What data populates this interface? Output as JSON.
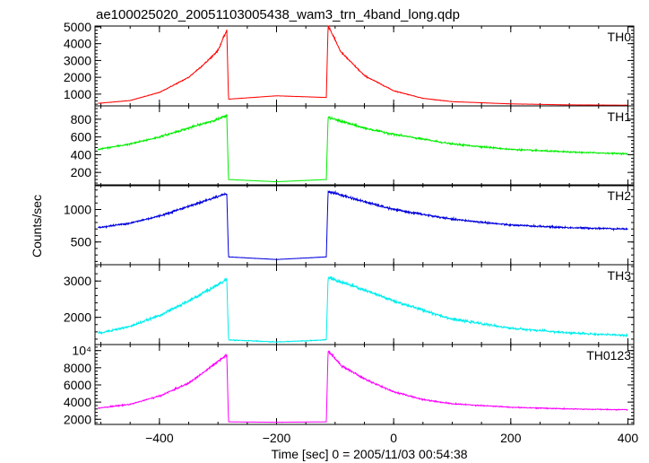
{
  "chart_data": {
    "type": "line",
    "title": "ae100025020_20051103005438_wam3_trn_4band_long.qdp",
    "xlabel": "Time [sec] 0 = 2005/11/03 00:54:38",
    "ylabel": "Counts/sec",
    "xlim": [
      -510,
      410
    ],
    "xticks": [
      -400,
      -200,
      0,
      200,
      400
    ],
    "grid": false,
    "gap": {
      "start": -283,
      "end": -112
    },
    "panels": [
      {
        "name": "TH0",
        "color": "#ff0000",
        "ylim": [
          300,
          5050
        ],
        "yticks": [
          1000,
          2000,
          3000,
          4000,
          5000
        ],
        "ytick_labels": [
          "1000",
          "2000",
          "3000",
          "4000",
          "5000"
        ],
        "points": [
          [
            -505,
            450
          ],
          [
            -450,
            620
          ],
          [
            -400,
            1100
          ],
          [
            -350,
            2000
          ],
          [
            -320,
            2900
          ],
          [
            -300,
            3600
          ],
          [
            -285,
            4800
          ],
          [
            -282,
            700
          ],
          [
            -200,
            900
          ],
          [
            -115,
            800
          ],
          [
            -112,
            5100
          ],
          [
            -90,
            3500
          ],
          [
            -50,
            2100
          ],
          [
            0,
            1200
          ],
          [
            50,
            750
          ],
          [
            100,
            550
          ],
          [
            200,
            420
          ],
          [
            300,
            360
          ],
          [
            400,
            340
          ]
        ]
      },
      {
        "name": "TH1",
        "color": "#00ee00",
        "ylim": [
          50,
          950
        ],
        "yticks": [
          200,
          400,
          600,
          800
        ],
        "ytick_labels": [
          "200",
          "400",
          "600",
          "800"
        ],
        "points": [
          [
            -505,
            460
          ],
          [
            -450,
            520
          ],
          [
            -400,
            600
          ],
          [
            -350,
            700
          ],
          [
            -300,
            800
          ],
          [
            -285,
            840
          ],
          [
            -282,
            120
          ],
          [
            -200,
            95
          ],
          [
            -115,
            120
          ],
          [
            -112,
            820
          ],
          [
            -50,
            700
          ],
          [
            0,
            630
          ],
          [
            100,
            520
          ],
          [
            200,
            460
          ],
          [
            300,
            430
          ],
          [
            400,
            410
          ]
        ]
      },
      {
        "name": "TH2",
        "color": "#0000dd",
        "ylim": [
          150,
          1380
        ],
        "yticks": [
          500,
          1000
        ],
        "ytick_labels": [
          "500",
          "1000"
        ],
        "points": [
          [
            -505,
            720
          ],
          [
            -450,
            790
          ],
          [
            -400,
            900
          ],
          [
            -350,
            1050
          ],
          [
            -300,
            1200
          ],
          [
            -285,
            1250
          ],
          [
            -282,
            270
          ],
          [
            -200,
            230
          ],
          [
            -115,
            270
          ],
          [
            -112,
            1280
          ],
          [
            -50,
            1120
          ],
          [
            0,
            1000
          ],
          [
            100,
            850
          ],
          [
            200,
            760
          ],
          [
            300,
            720
          ],
          [
            400,
            700
          ]
        ]
      },
      {
        "name": "TH3",
        "color": "#00eeee",
        "ylim": [
          1250,
          3450
        ],
        "yticks": [
          2000,
          3000
        ],
        "ytick_labels": [
          "2000",
          "3000"
        ],
        "points": [
          [
            -505,
            1560
          ],
          [
            -450,
            1750
          ],
          [
            -400,
            2050
          ],
          [
            -350,
            2450
          ],
          [
            -300,
            2900
          ],
          [
            -285,
            3050
          ],
          [
            -282,
            1380
          ],
          [
            -200,
            1320
          ],
          [
            -115,
            1380
          ],
          [
            -112,
            3100
          ],
          [
            -50,
            2750
          ],
          [
            0,
            2450
          ],
          [
            100,
            1950
          ],
          [
            200,
            1700
          ],
          [
            300,
            1570
          ],
          [
            400,
            1500
          ]
        ]
      },
      {
        "name": "TH0123",
        "color": "#ff00ff",
        "ylim": [
          1400,
          10700
        ],
        "yticks": [
          2000,
          4000,
          6000,
          8000,
          10000
        ],
        "ytick_labels": [
          "2000",
          "4000",
          "6000",
          "8000",
          "10⁴"
        ],
        "points": [
          [
            -505,
            3300
          ],
          [
            -450,
            3750
          ],
          [
            -400,
            4700
          ],
          [
            -350,
            6200
          ],
          [
            -320,
            7700
          ],
          [
            -300,
            8700
          ],
          [
            -285,
            9500
          ],
          [
            -282,
            1700
          ],
          [
            -200,
            1650
          ],
          [
            -115,
            1700
          ],
          [
            -112,
            10000
          ],
          [
            -90,
            8300
          ],
          [
            -50,
            6700
          ],
          [
            0,
            5200
          ],
          [
            50,
            4300
          ],
          [
            100,
            3800
          ],
          [
            200,
            3400
          ],
          [
            300,
            3200
          ],
          [
            400,
            3100
          ]
        ]
      }
    ]
  }
}
